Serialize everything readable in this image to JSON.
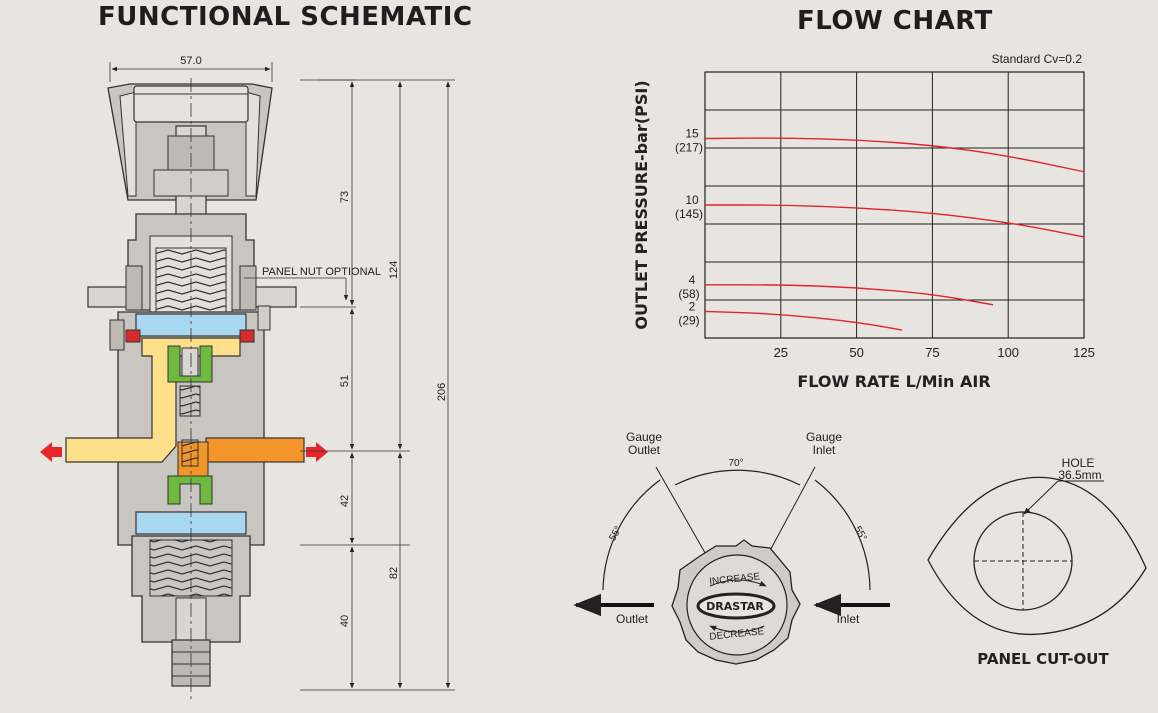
{
  "schematic": {
    "title": "FUNCTIONAL SCHEMATIC",
    "dims": {
      "width": "57.0",
      "d73": "73",
      "d124": "124",
      "d51": "51",
      "d42": "42",
      "d82": "82",
      "d40": "40",
      "d206": "206"
    },
    "panel_nut_label": "PANEL NUT OPTIONAL",
    "colors": {
      "outlet": "#fde089",
      "inlet": "#f4952a",
      "diaphragm": "#a9d8f2",
      "seat": "#6fba3e",
      "seal": "#d62c2c",
      "arrow": "#e8262a",
      "body": "#c9c6c1"
    }
  },
  "chart_data": {
    "type": "line",
    "title": "FLOW CHART",
    "subtitle": "Standard Cv=0.2",
    "xlabel": "FLOW RATE  L/Min AIR",
    "ylabel": "OUTLET PRESSURE-bar(PSI)",
    "x_ticks": [
      "25",
      "50",
      "75",
      "100",
      "125"
    ],
    "xlim": [
      0,
      125
    ],
    "ylim": [
      0,
      20
    ],
    "y_ticks": [
      {
        "value": 15,
        "label": "15",
        "sub": "(217)"
      },
      {
        "value": 10,
        "label": "10",
        "sub": "(145)"
      },
      {
        "value": 4,
        "label": "4",
        "sub": "(58)"
      },
      {
        "value": 2,
        "label": "2",
        "sub": "(29)"
      }
    ],
    "series": [
      {
        "x": [
          0,
          25,
          50,
          75,
          100,
          125
        ],
        "y": [
          15,
          15.05,
          14.9,
          14.5,
          13.7,
          12.5
        ]
      },
      {
        "x": [
          0,
          25,
          50,
          75,
          100,
          125
        ],
        "y": [
          10,
          10,
          9.8,
          9.4,
          8.7,
          7.6
        ]
      },
      {
        "x": [
          0,
          25,
          50,
          75,
          95
        ],
        "y": [
          4,
          4,
          3.8,
          3.3,
          2.5
        ]
      },
      {
        "x": [
          0,
          25,
          50,
          65
        ],
        "y": [
          2,
          1.8,
          1.2,
          0.6
        ]
      }
    ],
    "grid": true,
    "line_color": "#e0262a"
  },
  "knob": {
    "gauge_outlet": [
      "Gauge",
      "Outlet"
    ],
    "gauge_inlet": [
      "Gauge",
      "Inlet"
    ],
    "angle_top": "70°",
    "angle_left": "55°",
    "angle_right": "55°",
    "increase": "INCREASE",
    "brand": "DRASTAR",
    "decrease": "DECREASE",
    "outlet": "Outlet",
    "inlet": "Inlet"
  },
  "cutout": {
    "hole_label": "HOLE",
    "hole_size": "36.5mm",
    "title": "PANEL CUT-OUT"
  }
}
